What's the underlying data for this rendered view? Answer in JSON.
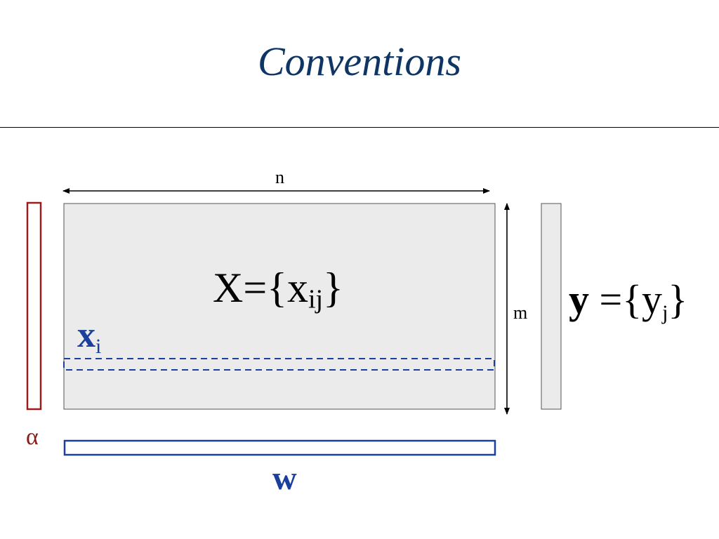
{
  "slide": {
    "title": "Conventions"
  },
  "diagram": {
    "n_label": "n",
    "m_label": "m",
    "matrix": {
      "lhs": "X={x",
      "subscript": "ij",
      "rhs": "}"
    },
    "target": {
      "symbol": "y",
      "lhs": " ={y",
      "subscript": "j",
      "rhs": "}"
    },
    "row": {
      "symbol": "x",
      "subscript": "i"
    },
    "alpha_label": "α",
    "w_label": "w"
  },
  "colors": {
    "title": "#0e3564",
    "matrix_fill": "#ebebeb",
    "alpha_border": "#9b1c1c",
    "blue": "#1a3f9c"
  }
}
